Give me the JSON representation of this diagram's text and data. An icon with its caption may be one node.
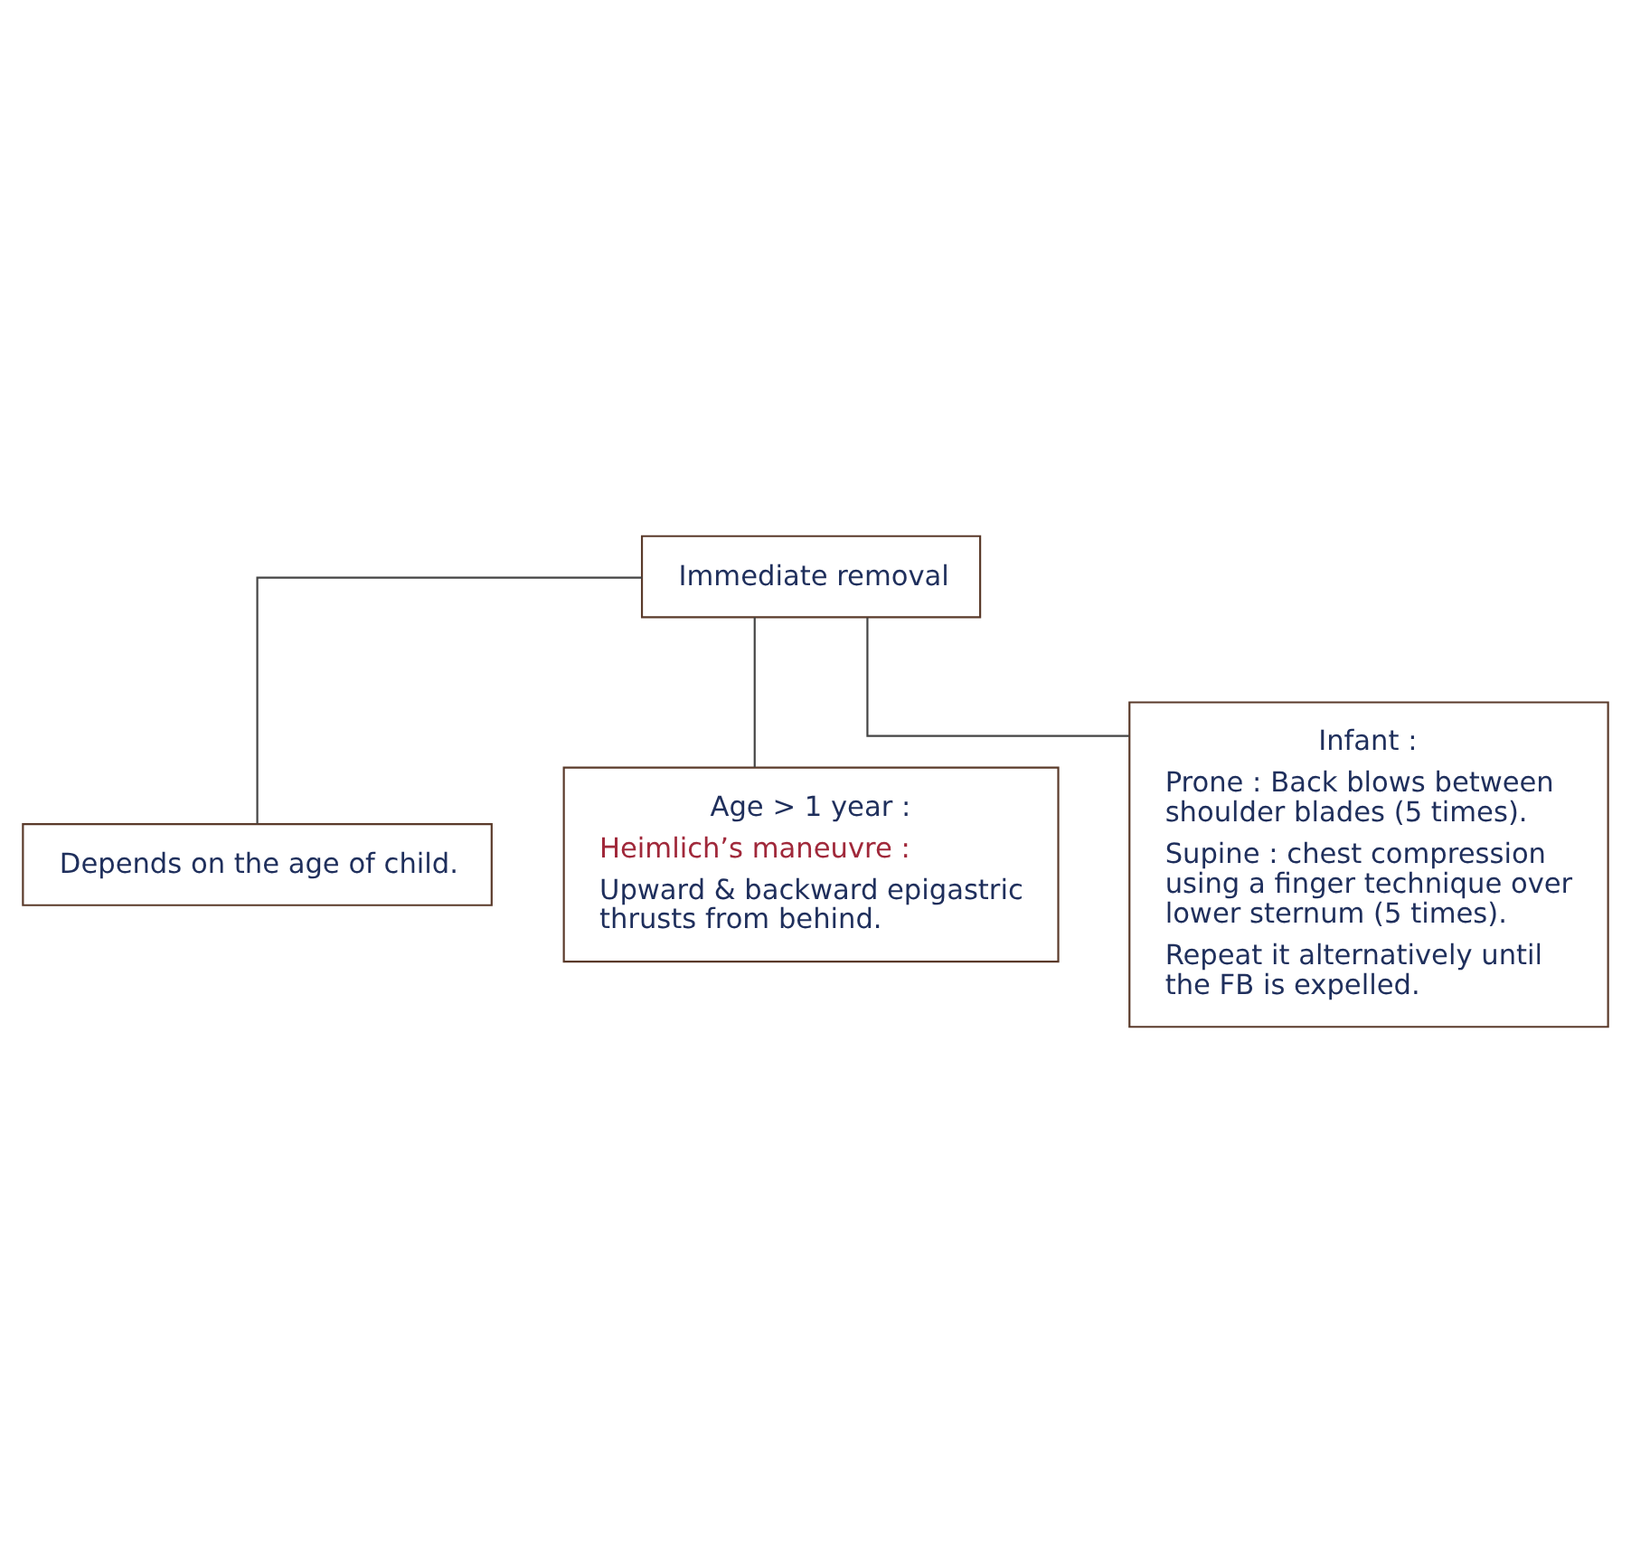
{
  "diagram": {
    "nodes": [
      {
        "text": [
          "Immediate removal"
        ]
      },
      {
        "text": [
          "Depends on the age of child."
        ]
      },
      {
        "text": [
          "Age > 1 year :",
          "Heimlich’s maneuvre :",
          "Upward & backward epigastric thrusts from behind."
        ]
      },
      {
        "text": [
          "Infant :",
          "Prone : Back blows between shoulder blades (5 times).",
          "Supine : chest compression using a finger technique over lower sternum (5 times).",
          "Repeat it alternatively until the FB is expelled."
        ]
      }
    ],
    "edges": [
      {
        "from": 0,
        "to": 1,
        "arrow": "none"
      },
      {
        "from": 0,
        "to": 2,
        "arrow": "none"
      },
      {
        "from": 0,
        "to": 3,
        "arrow": "none"
      }
    ]
  }
}
